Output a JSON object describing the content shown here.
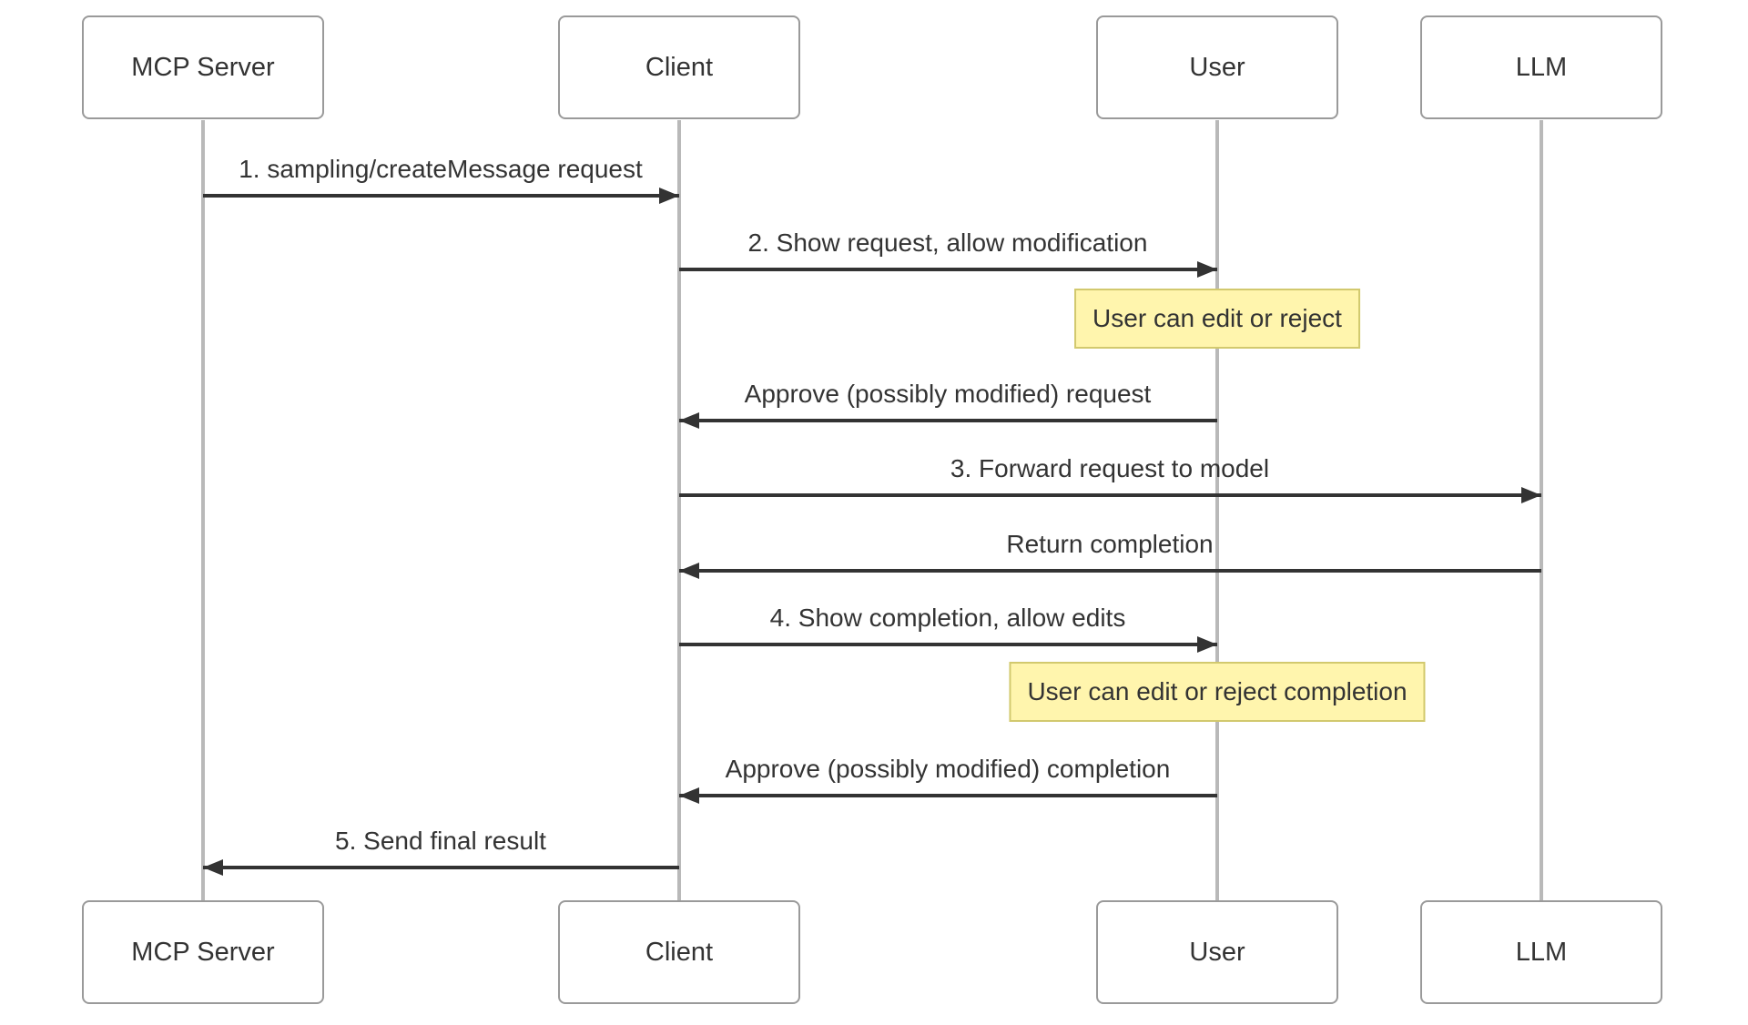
{
  "diagram": {
    "type": "sequence-diagram",
    "actors": [
      {
        "id": "mcp-server",
        "label": "MCP Server"
      },
      {
        "id": "client",
        "label": "Client"
      },
      {
        "id": "user",
        "label": "User"
      },
      {
        "id": "llm",
        "label": "LLM"
      }
    ],
    "messages": [
      {
        "from": "MCP Server",
        "to": "Client",
        "label": "1. sampling/createMessage request"
      },
      {
        "from": "Client",
        "to": "User",
        "label": "2. Show request, allow modification"
      },
      {
        "from": "User",
        "to": "Client",
        "label": "Approve (possibly modified) request"
      },
      {
        "from": "Client",
        "to": "LLM",
        "label": "3. Forward request to model"
      },
      {
        "from": "LLM",
        "to": "Client",
        "label": "Return completion"
      },
      {
        "from": "Client",
        "to": "User",
        "label": "4. Show completion, allow edits"
      },
      {
        "from": "User",
        "to": "Client",
        "label": "Approve (possibly modified) completion"
      },
      {
        "from": "Client",
        "to": "MCP Server",
        "label": "5. Send final result"
      }
    ],
    "notes": [
      {
        "over": "User",
        "label": "User can edit or reject"
      },
      {
        "over": "User",
        "label": "User can edit or reject completion"
      }
    ],
    "colors": {
      "background": "#ffffff",
      "actor_fill": "#ffffff",
      "actor_border": "#9a9a9a",
      "lifeline": "#b9b9b9",
      "arrow": "#333333",
      "text": "#333333",
      "note_fill": "#fff5ad",
      "note_border": "#d2c96e"
    }
  }
}
